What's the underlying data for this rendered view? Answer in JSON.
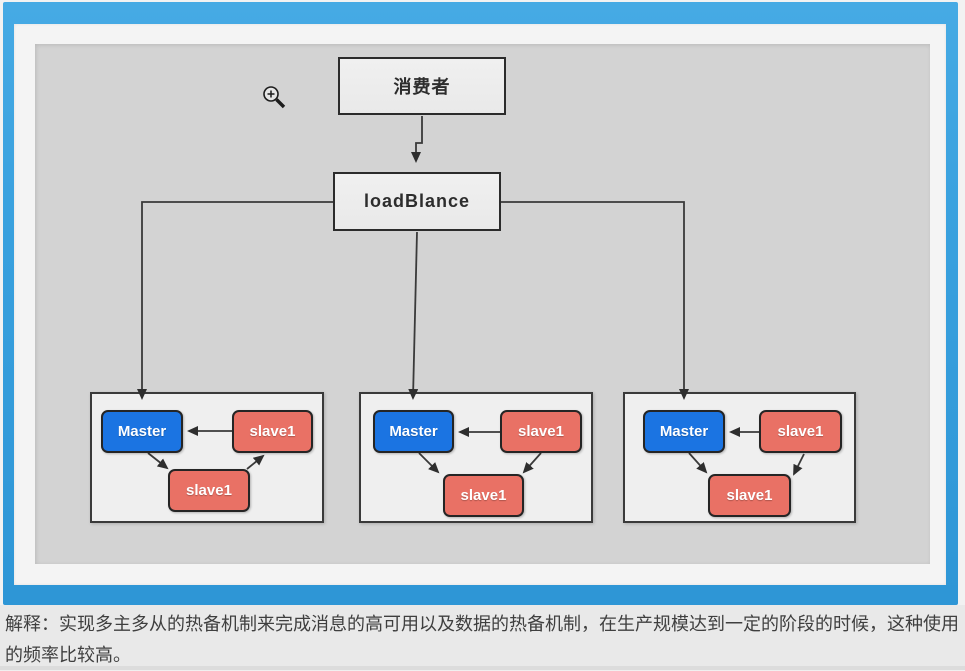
{
  "diagram": {
    "consumer": {
      "label": "消费者"
    },
    "loadbalancer": {
      "label": "loadBlance"
    },
    "clusters": [
      {
        "master": "Master",
        "slave_top": "slave1",
        "slave_bottom": "slave1"
      },
      {
        "master": "Master",
        "slave_top": "slave1",
        "slave_bottom": "slave1"
      },
      {
        "master": "Master",
        "slave_top": "slave1",
        "slave_bottom": "slave1"
      }
    ],
    "colors": {
      "frame_blue": "#38a0de",
      "canvas_gray": "#d3d3d3",
      "panel_white": "#f4f4f4",
      "master_blue": "#1b74e2",
      "slave_red": "#e97165",
      "node_fill": "#ededed",
      "line_dark": "#3a3a3a",
      "caption_bg": "#e9e9e9"
    }
  },
  "caption": {
    "text": "解释：实现多主多从的热备机制来完成消息的高可用以及数据的热备机制，在生产规模达到一定的阶段的时候，这种使用的频率比较高。"
  }
}
